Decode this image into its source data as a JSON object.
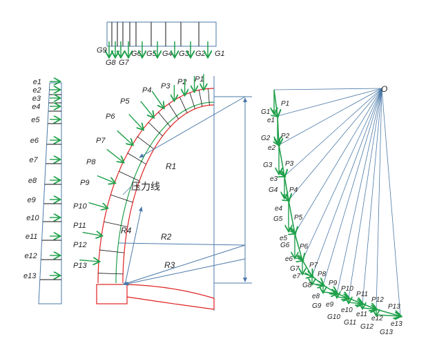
{
  "colors": {
    "blue": "#4a79a8",
    "green": "#1fa04a",
    "red": "#e02020",
    "black": "#111111"
  },
  "pressure_line_label": "压力线",
  "origin_label": "O",
  "top_loads": [
    "G9",
    "G8",
    "G7",
    "G6",
    "G5",
    "G4",
    "G3",
    "G2",
    "G1"
  ],
  "left_loads": [
    "e1",
    "e2",
    "e3",
    "e4",
    "e5",
    "e6",
    "e7",
    "e8",
    "e9",
    "e10",
    "e11",
    "e12",
    "e13"
  ],
  "arch_forces": [
    "P1",
    "P2",
    "P3",
    "P4",
    "P5",
    "P6",
    "P7",
    "P8",
    "P9",
    "P10",
    "P11",
    "P12",
    "P13"
  ],
  "radii": [
    "R1",
    "R2",
    "R3",
    "R4"
  ],
  "polygon_G": [
    "G1",
    "G2",
    "G3",
    "G4",
    "G5",
    "G6",
    "G7",
    "G8",
    "G9",
    "G10",
    "G11",
    "G12",
    "G13"
  ],
  "polygon_e": [
    "e1",
    "e2",
    "e3",
    "e4",
    "e5",
    "e6",
    "e7",
    "e8",
    "e9",
    "e10",
    "e11",
    "e12",
    "e13"
  ],
  "polygon_P": [
    "P1",
    "P2",
    "P3",
    "P4",
    "P5",
    "P6",
    "P7",
    "P8",
    "P9",
    "P10",
    "P11",
    "P12",
    "P13"
  ]
}
